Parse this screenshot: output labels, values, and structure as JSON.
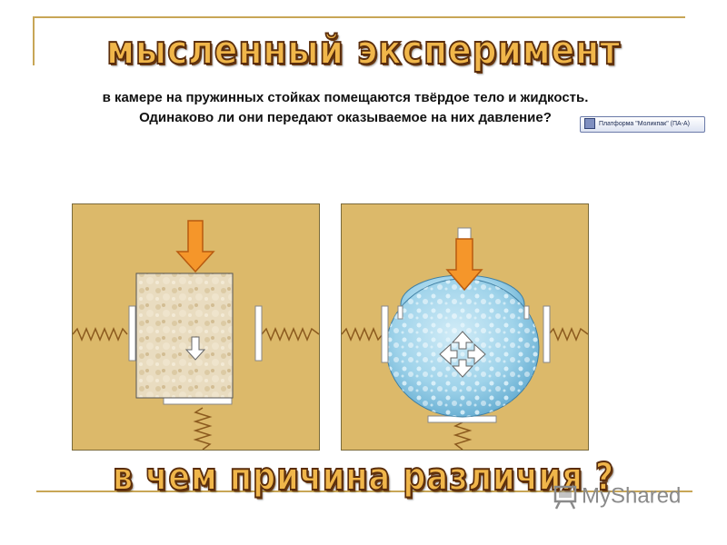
{
  "slide": {
    "title": "мысленный эксперимент",
    "prompt_text": "в камере на пружинных стойках помещаются твёрдое тело и жидкость. Одинаково ли они передают оказываемое на них давление?",
    "question": "в чем причина различия ?",
    "platform_button_label": "Платформа \"Моликпак\" (ПА-А)",
    "watermark_text": "MyShared"
  },
  "colors": {
    "accent_gold": "#c8a656",
    "panel_fill": "#dcb96a",
    "arrow_orange": "#f5962a",
    "liquid_blue": "#9fd3ea",
    "title_fill": "#f0b64a",
    "title_outline": "#5a2d0c"
  },
  "icons": {
    "pressure_arrow": "down-arrow-icon",
    "solid_direction": "down-arrow-icon",
    "liquid_direction": "four-way-arrow-icon",
    "spring": "spring-icon",
    "platform_button": "ppt-object-icon"
  }
}
